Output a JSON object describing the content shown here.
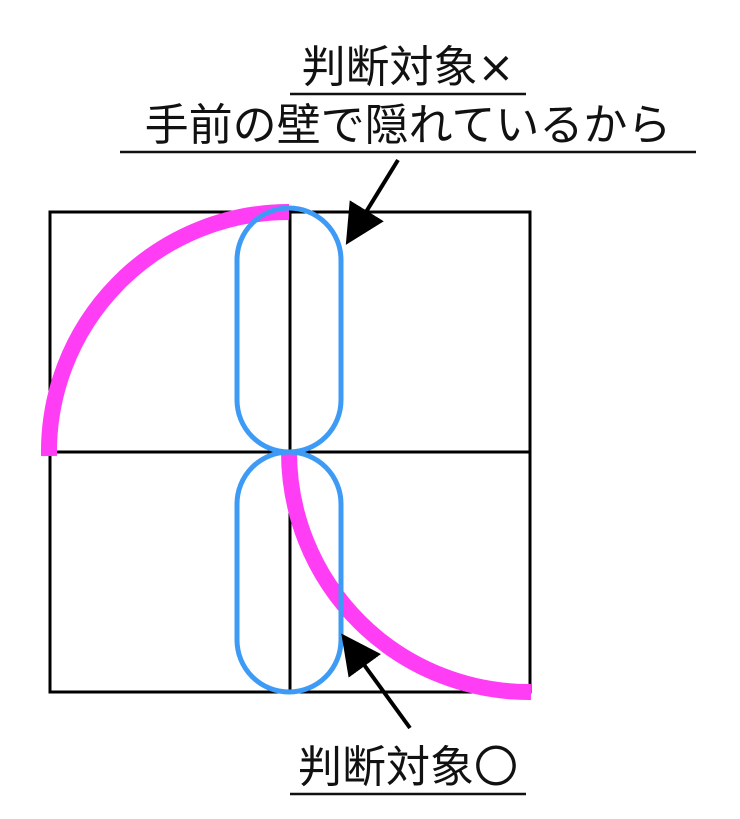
{
  "annotations": {
    "top_line1": "判断対象×",
    "top_line2": "手前の壁で隠れているから",
    "bottom_line": "判断対象〇"
  },
  "colors": {
    "grid": "#000000",
    "magenta_wall": "#ff3df4",
    "blue_marker": "#3e9bf5",
    "arrow": "#000000"
  }
}
